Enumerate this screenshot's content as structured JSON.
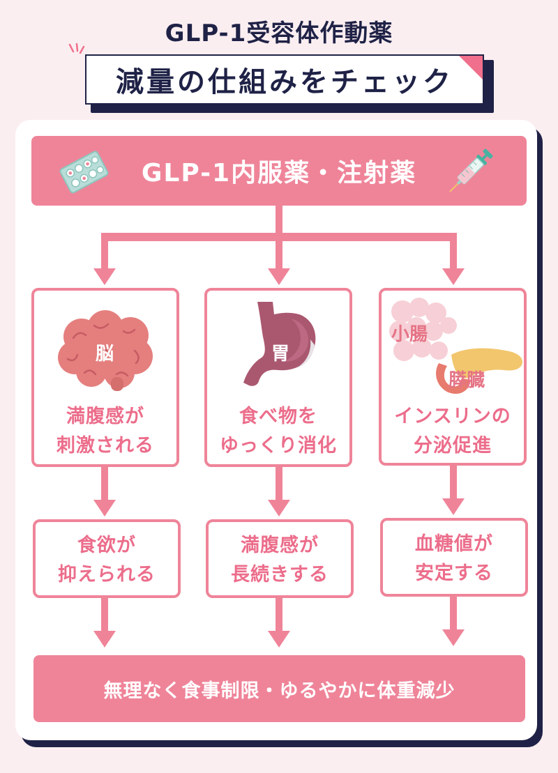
{
  "header": {
    "subtitle": "GLP-1受容体作動薬",
    "title": "減量の仕組みをチェック"
  },
  "top_bar": {
    "label": "GLP-1内服薬・注射薬",
    "left_icon": "pill-pack-icon",
    "right_icon": "syringe-icon"
  },
  "columns": [
    {
      "organ_labels": [
        "脳"
      ],
      "organ_icon": "brain-icon",
      "effect_lines": [
        "満腹感が",
        "刺激される"
      ],
      "result_lines": [
        "食欲が",
        "抑えられる"
      ]
    },
    {
      "organ_labels": [
        "胃"
      ],
      "organ_icon": "stomach-icon",
      "effect_lines": [
        "食べ物を",
        "ゆっくり消化"
      ],
      "result_lines": [
        "満腹感が",
        "長続きする"
      ]
    },
    {
      "organ_labels": [
        "小腸",
        "膵臓"
      ],
      "organ_icon": "intestine-pancreas-icon",
      "effect_lines": [
        "インスリンの",
        "分泌促進"
      ],
      "result_lines": [
        "血糖値が",
        "安定する"
      ]
    }
  ],
  "bottom_bar": {
    "label": "無理なく食事制限・ゆるやかに体重減少"
  },
  "colors": {
    "navy": "#1f2246",
    "pink": "#ef8499",
    "pink_text": "#ec6d8b",
    "background": "#fbeef1"
  }
}
